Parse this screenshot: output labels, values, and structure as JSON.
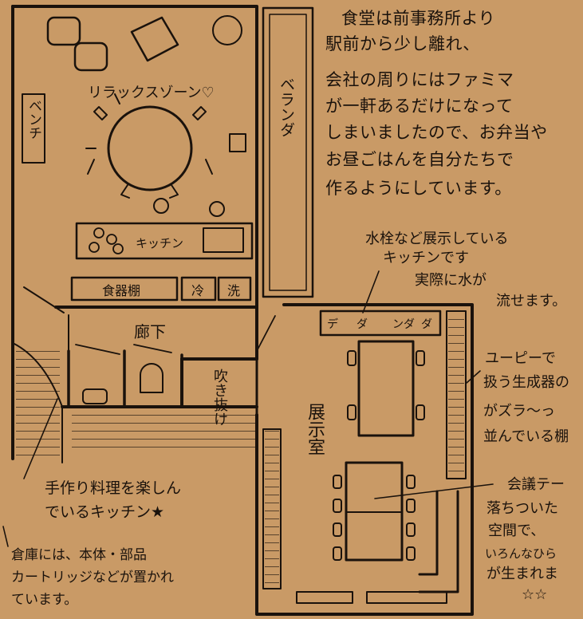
{
  "notes": {
    "top_right": [
      "食堂は前事務所より",
      "駅前から少し離れ、",
      "会社の周りにはファミマ",
      "が一軒あるだけになって",
      "しまいましたので、お弁当や",
      "お昼ごはんを自分たちで",
      "作るようにしています。"
    ],
    "faucet_lines": [
      "水栓など展示している",
      "キッチンです",
      "実際に水が",
      "流せます。"
    ],
    "shelf_lines": [
      "ユーピーで",
      "扱う生成器の",
      "がズラ～っ",
      "並んでいる棚"
    ],
    "meeting_lines": [
      "会議テー",
      "落ちついた",
      "空間で、",
      "いろんなひら",
      "が生まれま"
    ],
    "handmade_lines": [
      "手作り料理を楽しん",
      "でいるキッチン★"
    ],
    "storage_lines": [
      "倉庫には、本体・部品",
      "カートリッジなどが置かれ",
      "ています。"
    ],
    "stars": "☆☆"
  },
  "rooms": {
    "relax_zone": "リラックスゾーン♡",
    "bench": "ベンチ",
    "veranda": "ベランダ",
    "kitchen": "キッチン",
    "dish_shelf": "食器棚",
    "fridge": "冷",
    "washer": "洗",
    "corridor": "廊下",
    "atrium": "吹き抜け",
    "showroom": "展示室",
    "tap_labels": [
      "デ",
      "ダ",
      "ンダ",
      "ダ"
    ]
  }
}
